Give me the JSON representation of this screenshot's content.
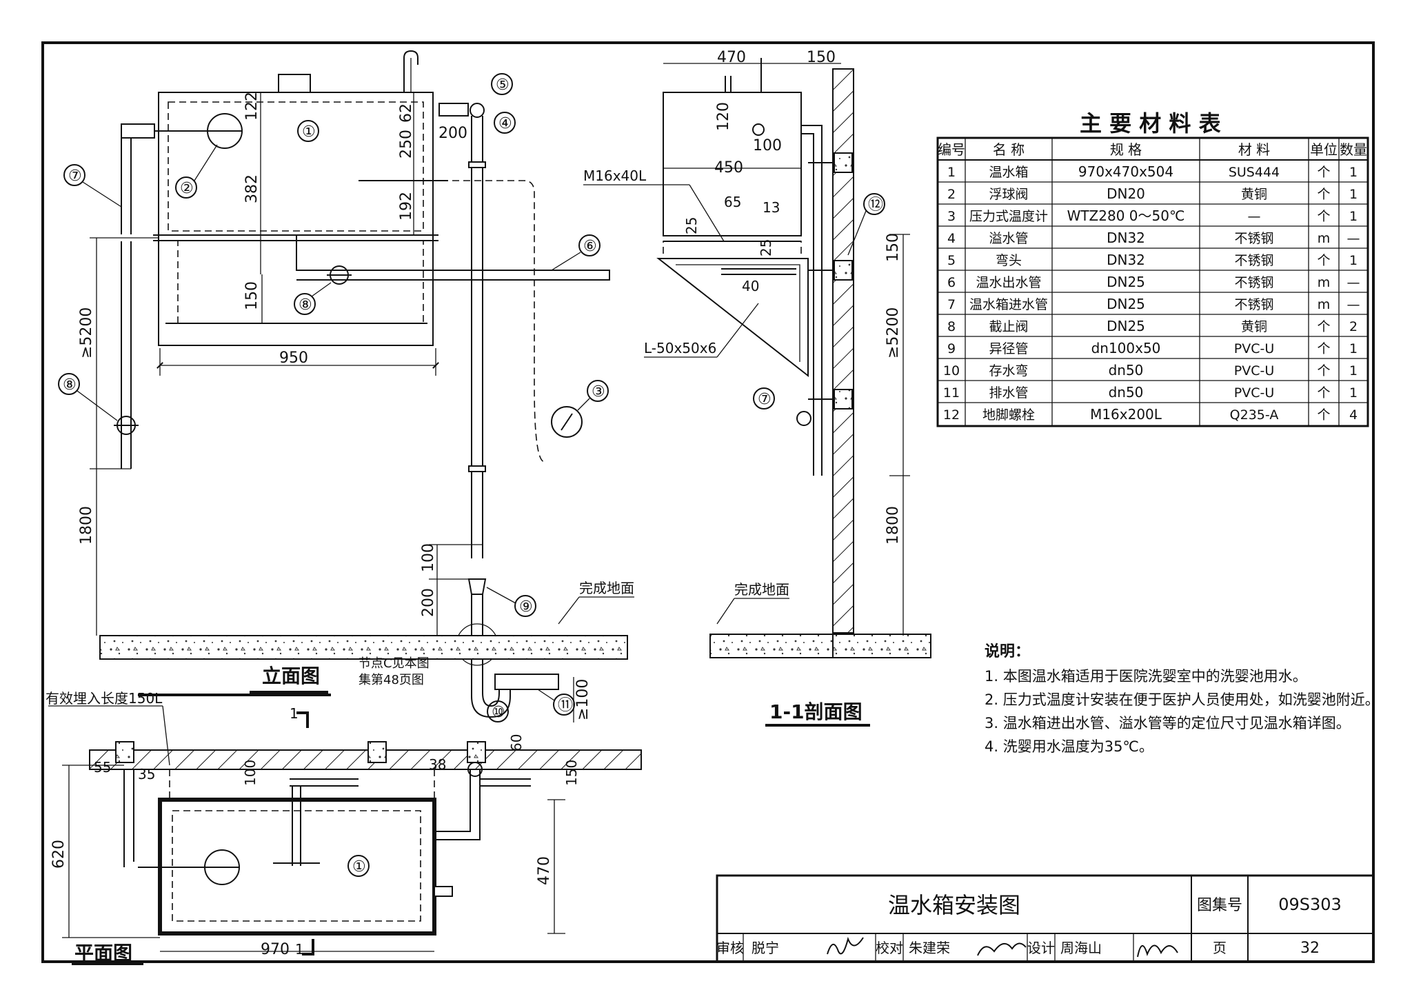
{
  "elevation": {
    "title": "立面图",
    "callouts": [
      "①",
      "②",
      "③",
      "④",
      "⑤",
      "⑥",
      "⑦",
      "⑧",
      "⑨",
      "⑩",
      "⑪"
    ],
    "dims": {
      "top_122": "122",
      "d382": "382",
      "d62": "62",
      "d250": "250",
      "d200": "200",
      "d192": "192",
      "d150": "150",
      "d950": "950",
      "d5200": "≥5200",
      "d1800": "1800",
      "d100": "100",
      "d200b": "200",
      "d100b": "≥100"
    },
    "floor_label": "完成地面",
    "node_note_1": "节点C见本图",
    "node_note_2": "集第48页图"
  },
  "section": {
    "title": "1-1剖面图",
    "dims": {
      "d470": "470",
      "d150": "150",
      "d120": "120",
      "d100": "100",
      "d450": "450",
      "d65": "65",
      "d13": "13",
      "d25": "25",
      "d25b": "25",
      "d40": "40",
      "d150s": "150",
      "d5200": "≥5200",
      "d1800": "1800"
    },
    "bolt_label": "M16x40L",
    "angle_label": "L-50x50x6",
    "floor_label": "完成地面",
    "callouts": [
      "⑫",
      "⑦"
    ]
  },
  "plan": {
    "title": "平面图",
    "embed_label": "有效埋入长度150L",
    "section_mark": "1",
    "dims": {
      "d55": "55",
      "d35": "35",
      "d100": "100",
      "d38": "38",
      "d60": "60",
      "d150": "150",
      "d620": "620",
      "d470": "470",
      "d970": "970"
    },
    "callout": "①"
  },
  "materials": {
    "title": "主 要 材 料 表",
    "headers": [
      "编号",
      "名  称",
      "规  格",
      "材  料",
      "单位",
      "数量"
    ],
    "rows": [
      [
        "1",
        "温水箱",
        "970x470x504",
        "SUS444",
        "个",
        "1"
      ],
      [
        "2",
        "浮球阀",
        "DN20",
        "黄铜",
        "个",
        "1"
      ],
      [
        "3",
        "压力式温度计",
        "WTZ280  0～50℃",
        "—",
        "个",
        "1"
      ],
      [
        "4",
        "溢水管",
        "DN32",
        "不锈钢",
        "m",
        "—"
      ],
      [
        "5",
        "弯头",
        "DN32",
        "不锈钢",
        "个",
        "1"
      ],
      [
        "6",
        "温水出水管",
        "DN25",
        "不锈钢",
        "m",
        "—"
      ],
      [
        "7",
        "温水箱进水管",
        "DN25",
        "不锈钢",
        "m",
        "—"
      ],
      [
        "8",
        "截止阀",
        "DN25",
        "黄铜",
        "个",
        "2"
      ],
      [
        "9",
        "异径管",
        "dn100x50",
        "PVC-U",
        "个",
        "1"
      ],
      [
        "10",
        "存水弯",
        "dn50",
        "PVC-U",
        "个",
        "1"
      ],
      [
        "11",
        "排水管",
        "dn50",
        "PVC-U",
        "个",
        "1"
      ],
      [
        "12",
        "地脚螺栓",
        "M16x200L",
        "Q235-A",
        "个",
        "4"
      ]
    ]
  },
  "notes": {
    "heading": "说明：",
    "items": [
      "1. 本图温水箱适用于医院洗婴室中的洗婴池用水。",
      "2. 压力式温度计安装在便于医护人员使用处，如洗婴池附近。",
      "3. 温水箱进出水管、溢水管等的定位尺寸见温水箱详图。",
      "4. 洗婴用水温度为35℃。"
    ]
  },
  "title_block": {
    "drawing_title": "温水箱安装图",
    "atlas_label": "图集号",
    "atlas_no": "09S303",
    "review_label": "审核",
    "reviewer": "脱宁",
    "check_label": "校对",
    "checker": "朱建荣",
    "design_label": "设计",
    "designer": "周海山",
    "page_label": "页",
    "page_no": "32"
  }
}
